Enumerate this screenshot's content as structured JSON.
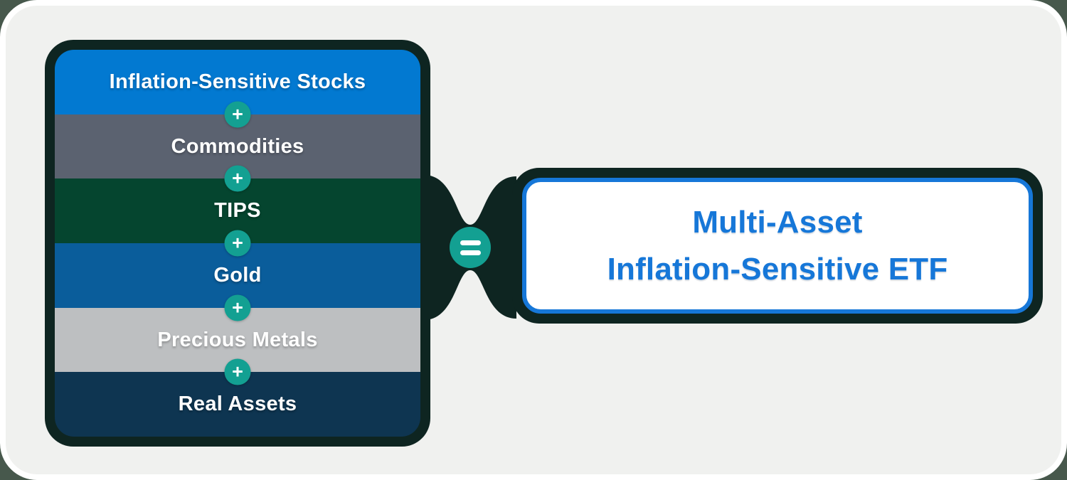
{
  "page": {
    "outer_background": "#47584c",
    "canvas_background": "#f0f1ef",
    "shell_color": "#0e2521",
    "teal_accent": "#13a092"
  },
  "stack": {
    "bands": [
      {
        "label": "Inflation-Sensitive Stocks",
        "color": "#0279d1"
      },
      {
        "label": "Commodities",
        "color": "#5b6270"
      },
      {
        "label": "TIPS",
        "color": "#05452f"
      },
      {
        "label": "Gold",
        "color": "#0a5d9b"
      },
      {
        "label": "Precious Metals",
        "color": "#bdbfc1"
      },
      {
        "label": "Real Assets",
        "color": "#0e3551"
      }
    ],
    "plus_symbol": "+"
  },
  "equals": {
    "symbol_name": "equals"
  },
  "result_box": {
    "lines": [
      "Multi-Asset",
      "Inflation-Sensitive ETF"
    ],
    "accent_color": "#1677d8"
  }
}
